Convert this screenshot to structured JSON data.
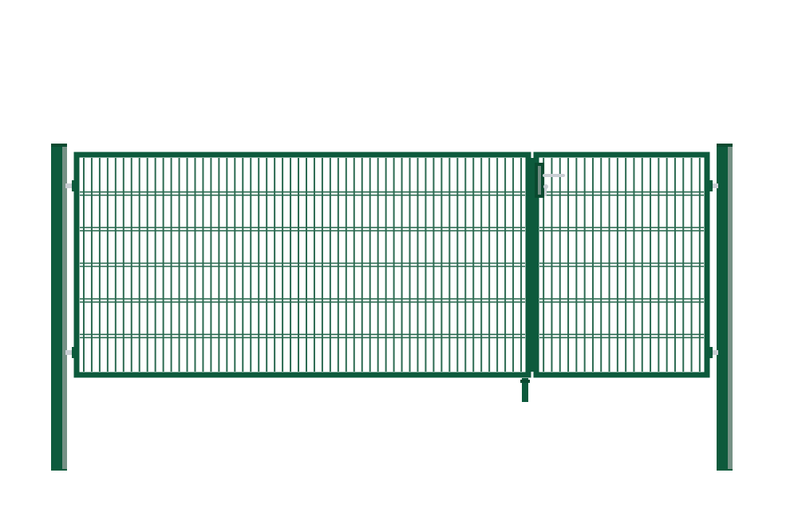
{
  "image": {
    "subject": "double-wing-gate",
    "background_color": "#ffffff"
  },
  "colors": {
    "frame": "#0d5a3c",
    "frame_dark": "#0a4a30",
    "mesh": "#2c6b52",
    "post_highlight": "#9aa59f",
    "hardware": "#c9ced3"
  },
  "gate": {
    "wings": [
      {
        "name": "left-wing",
        "vertical_bars": 56,
        "horizontal_bars": 5
      },
      {
        "name": "right-wing",
        "vertical_bars": 20,
        "horizontal_bars": 5
      }
    ]
  }
}
